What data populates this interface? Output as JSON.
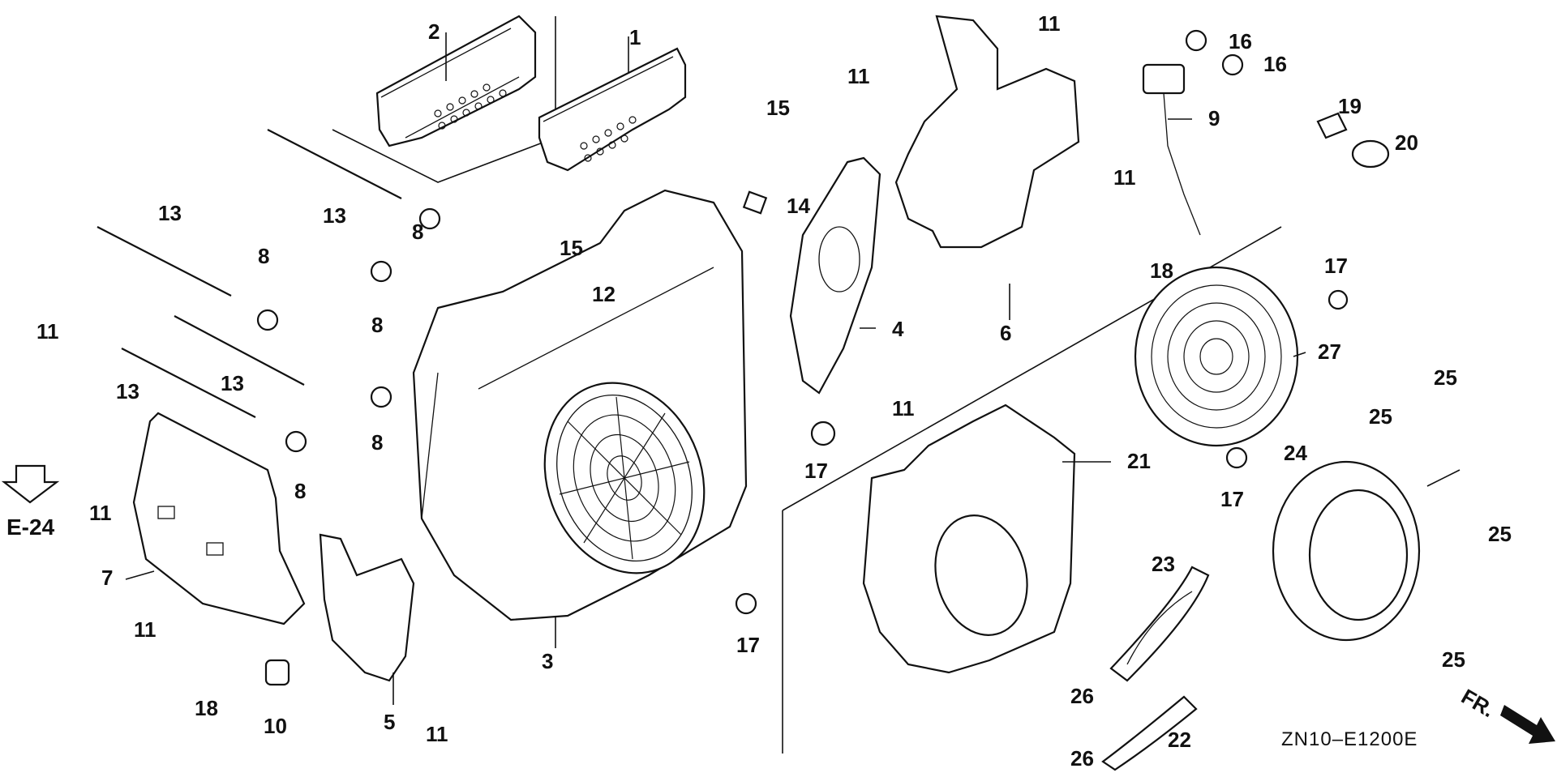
{
  "diagram_code": "ZN10–E1200E",
  "reference": {
    "label": "E-24"
  },
  "direction": {
    "label": "FR."
  },
  "callouts": [
    "1",
    "2",
    "3",
    "4",
    "5",
    "6",
    "7",
    "8",
    "9",
    "10",
    "11",
    "12",
    "13",
    "14",
    "15",
    "16",
    "17",
    "18",
    "19",
    "20",
    "21",
    "22",
    "23",
    "24",
    "25",
    "26",
    "27"
  ]
}
